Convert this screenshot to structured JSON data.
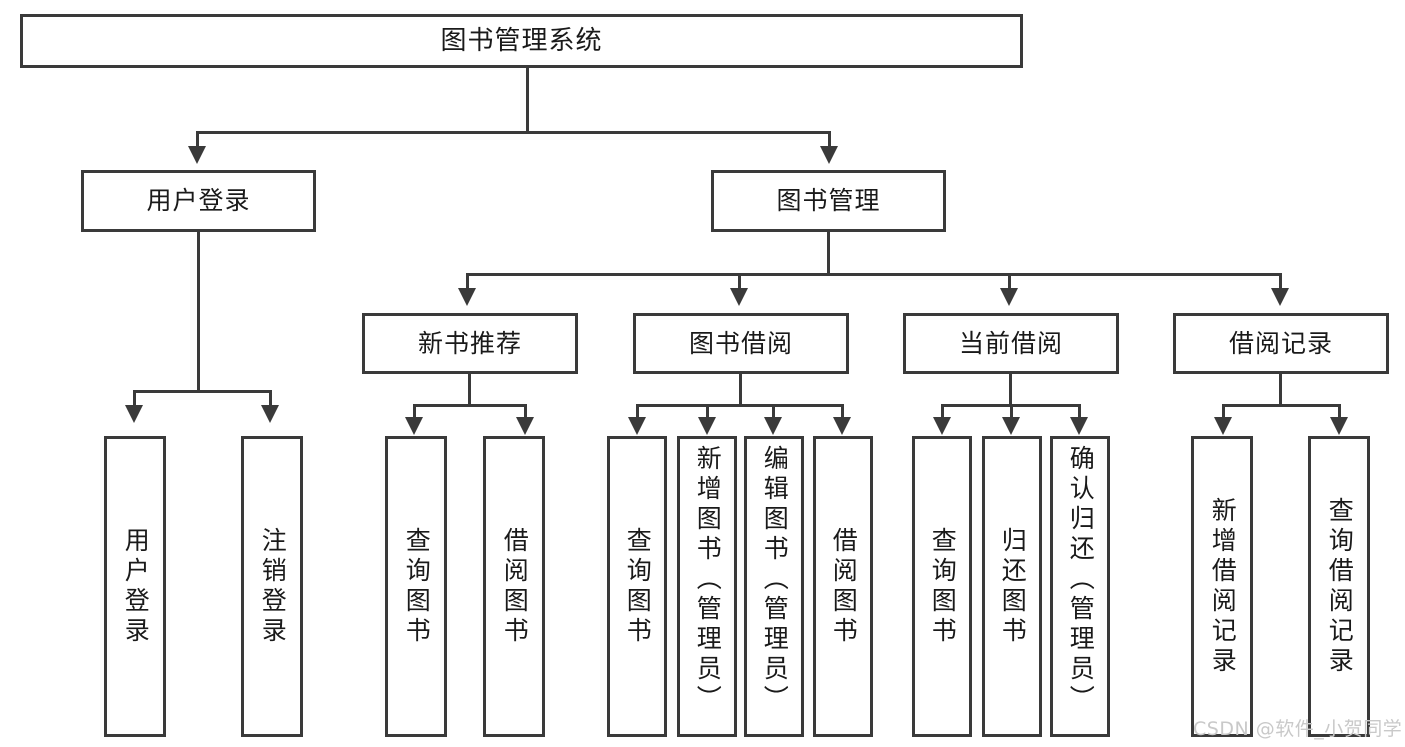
{
  "diagram": {
    "title": "图书管理系统",
    "type": "hierarchy-tree",
    "root": {
      "label": "图书管理系统"
    },
    "level2": [
      {
        "label": "用户登录"
      },
      {
        "label": "图书管理"
      }
    ],
    "level3": [
      {
        "label": "新书推荐"
      },
      {
        "label": "图书借阅"
      },
      {
        "label": "当前借阅"
      },
      {
        "label": "借阅记录"
      }
    ],
    "leaves": {
      "user_login": [
        {
          "label": "用户登录"
        },
        {
          "label": "注销登录"
        }
      ],
      "new_book_recommend": [
        {
          "label": "查询图书"
        },
        {
          "label": "借阅图书"
        }
      ],
      "book_borrow": [
        {
          "label": "查询图书"
        },
        {
          "label": "新增图书（管理员）"
        },
        {
          "label": "编辑图书（管理员）"
        },
        {
          "label": "借阅图书"
        }
      ],
      "current_borrow": [
        {
          "label": "查询图书"
        },
        {
          "label": "归还图书"
        },
        {
          "label": "确认归还（管理员）"
        }
      ],
      "borrow_record": [
        {
          "label": "新增借阅记录"
        },
        {
          "label": "查询借阅记录"
        }
      ]
    }
  },
  "watermark": {
    "text": "CSDN @软件_小贺同学"
  },
  "colors": {
    "stroke": "#3a3a3a",
    "background": "#ffffff",
    "text": "#1a1a1a",
    "watermark": "#c9c9c9"
  }
}
